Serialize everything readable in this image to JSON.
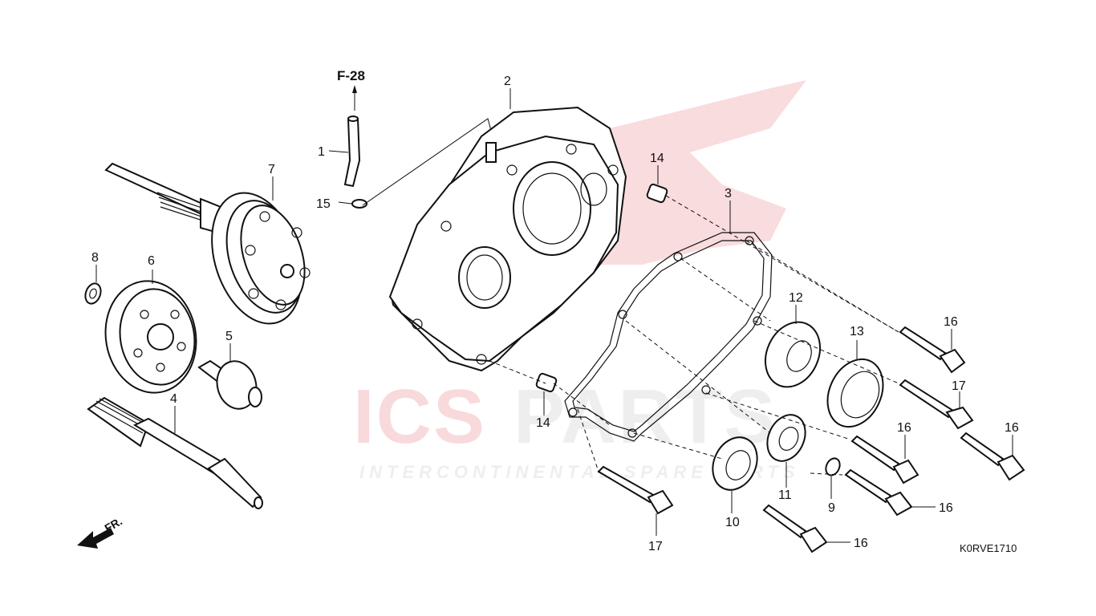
{
  "diagram": {
    "reference_label": "F-28",
    "direction_label": "FR.",
    "diagram_code": "K0RVE1710",
    "callouts": [
      {
        "id": "c1",
        "text": "1"
      },
      {
        "id": "c2",
        "text": "2"
      },
      {
        "id": "c3",
        "text": "3"
      },
      {
        "id": "c4",
        "text": "4"
      },
      {
        "id": "c5",
        "text": "5"
      },
      {
        "id": "c6",
        "text": "6"
      },
      {
        "id": "c7",
        "text": "7"
      },
      {
        "id": "c8",
        "text": "8"
      },
      {
        "id": "c9",
        "text": "9"
      },
      {
        "id": "c10",
        "text": "10"
      },
      {
        "id": "c11",
        "text": "11"
      },
      {
        "id": "c12",
        "text": "12"
      },
      {
        "id": "c13",
        "text": "13"
      },
      {
        "id": "c14a",
        "text": "14"
      },
      {
        "id": "c14b",
        "text": "14"
      },
      {
        "id": "c15",
        "text": "15"
      },
      {
        "id": "c16a",
        "text": "16"
      },
      {
        "id": "c16b",
        "text": "16"
      },
      {
        "id": "c16c",
        "text": "16"
      },
      {
        "id": "c16d",
        "text": "16"
      },
      {
        "id": "c16e",
        "text": "16"
      },
      {
        "id": "c17a",
        "text": "17"
      },
      {
        "id": "c17b",
        "text": "17"
      }
    ]
  },
  "watermark": {
    "brand_part1": "ICS",
    "brand_part2": "PARTS",
    "tagline": "INTERCONTINENTAL SPARE PARTS",
    "brand_color": "#d9232e",
    "gray_color": "#9a9a9a"
  }
}
